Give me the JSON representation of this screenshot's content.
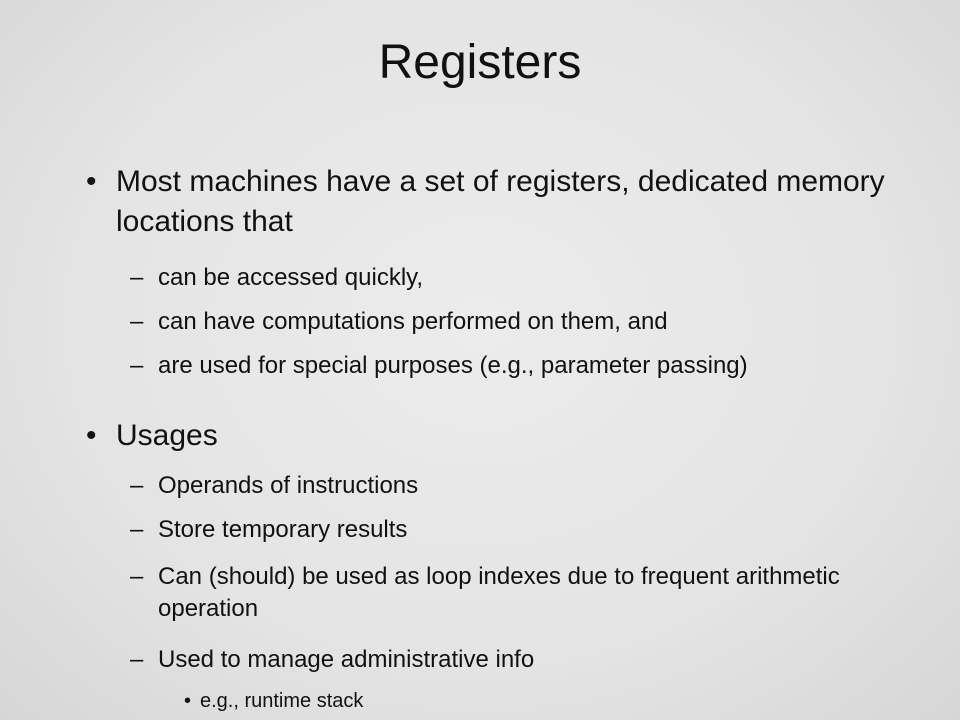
{
  "slide": {
    "title": "Registers",
    "bullets": [
      {
        "text": "Most machines have a set of registers, dedicated memory locations that",
        "subitems": [
          "can be accessed quickly,",
          "can have computations performed on them, and",
          "are used for special purposes (e.g., parameter passing)"
        ]
      },
      {
        "text": "Usages",
        "subitems": [
          "Operands of instructions",
          "Store temporary results",
          "Can (should) be used as loop indexes due to frequent arithmetic operation",
          "Used to manage administrative info"
        ],
        "subsubitems": [
          "e.g., runtime stack"
        ]
      }
    ],
    "bullet_symbol": "•",
    "dash_symbol": "–"
  }
}
